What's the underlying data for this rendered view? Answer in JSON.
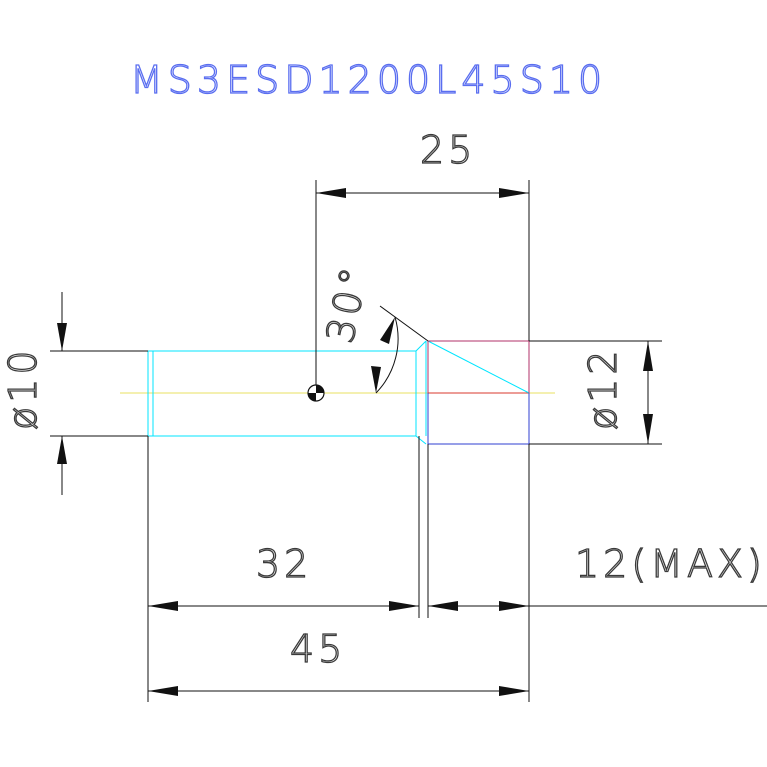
{
  "title": "MS3ESD1200L45S10",
  "dimensions": {
    "top_length": "25",
    "angle": "30°",
    "left_diameter": "ø10",
    "right_diameter": "ø12",
    "shank_length": "32",
    "total_length": "45",
    "max_length": "12(MAX)"
  },
  "colors": {
    "title": "#5a6ef0",
    "shank_outline": "#00e5ff",
    "head_outline": "#2f3fd0",
    "head_top": "#b0306a",
    "axis_red": "#d93a2c",
    "centerline": "#e8e060",
    "dimension": "#111111"
  }
}
